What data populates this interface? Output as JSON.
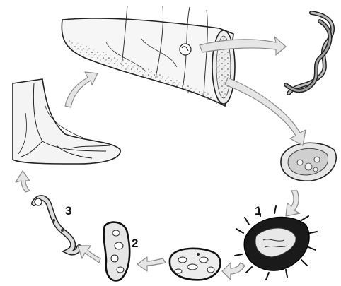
{
  "stage_labels": {
    "stage_1": "1",
    "stage_2": "2",
    "stage_3": "3"
  },
  "colors": {
    "outline": "#222222",
    "arrow_fill": "#e6e6e6",
    "arrow_stroke": "#8a8a8a",
    "skin_fill": "#f4f4f4",
    "dark_larva": "#1a1a1a",
    "egg_fill": "#d9d9d9"
  },
  "icons": [
    "worm-icon",
    "egg-icon",
    "larva-icon",
    "cycle-arrow-icon",
    "foot-icon",
    "intestine-icon"
  ]
}
